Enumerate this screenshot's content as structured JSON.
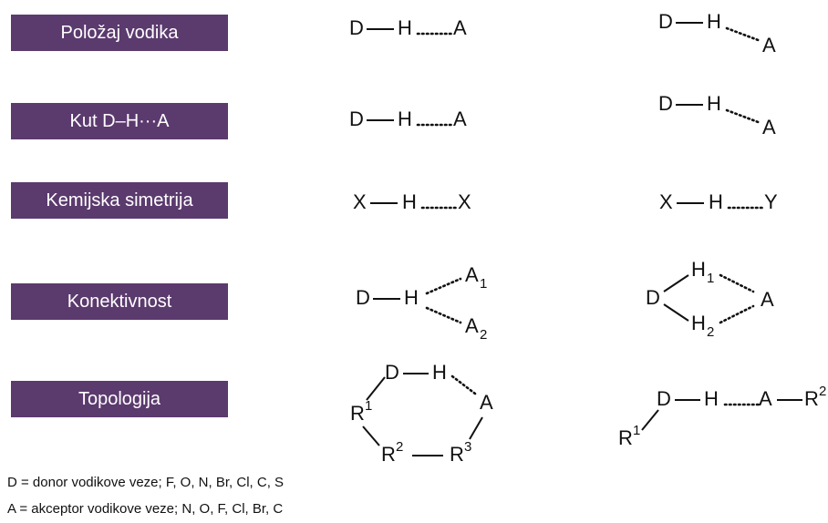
{
  "categories": [
    {
      "label": "Položaj vodika"
    },
    {
      "label": "Kut D–H···A"
    },
    {
      "label": "Kemijska simetrija"
    },
    {
      "label": "Konektivnost"
    },
    {
      "label": "Topologija"
    }
  ],
  "atoms": {
    "D": "D",
    "H": "H",
    "A": "A",
    "X": "X",
    "Y": "Y",
    "A1": "A",
    "A2": "A",
    "H1": "H",
    "H2": "H",
    "R1": "R",
    "R2": "R",
    "R3": "R",
    "sub1": "1",
    "sub2": "2",
    "sup1": "1",
    "sup2": "2",
    "sup3": "3"
  },
  "legend": {
    "donor": "D = donor vodikove veze; F, O, N, Br, Cl, C, S",
    "acceptor": "A = akceptor vodikove veze; N, O, F, Cl, Br, C"
  }
}
